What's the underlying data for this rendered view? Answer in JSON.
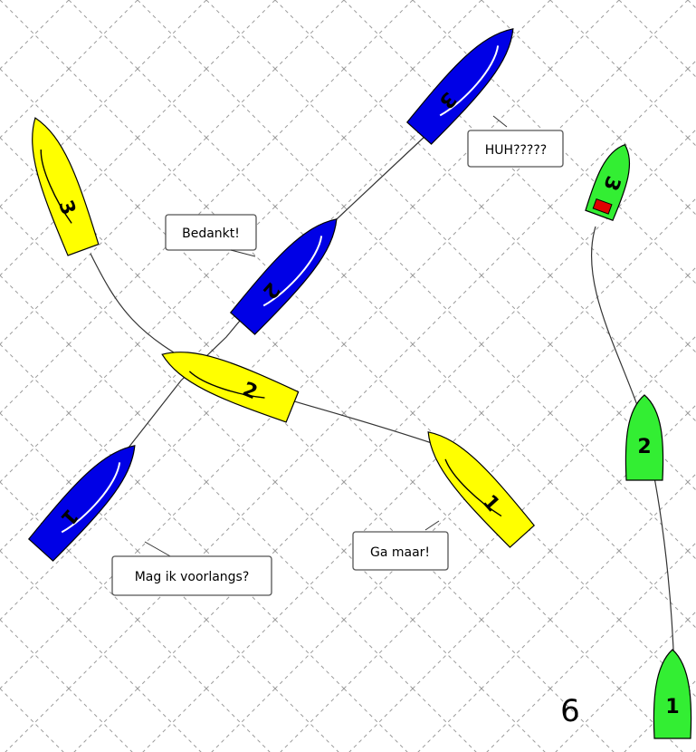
{
  "bubbles": {
    "huh": "HUH?????",
    "bedankt": "Bedankt!",
    "ga_maar": "Ga maar!",
    "voorlangs": "Mag ik voorlangs?"
  },
  "boats": {
    "blue": [
      "1",
      "2",
      "3"
    ],
    "yellow": [
      "1",
      "2",
      "3"
    ],
    "green": [
      "1",
      "2",
      "3"
    ]
  },
  "page_number": "6",
  "colors": {
    "blue_boat": "#0000e6",
    "yellow_boat": "#ffff00",
    "green_boat": "#33ee33",
    "flag": "#e00000",
    "grid": "#9a9a9a"
  }
}
